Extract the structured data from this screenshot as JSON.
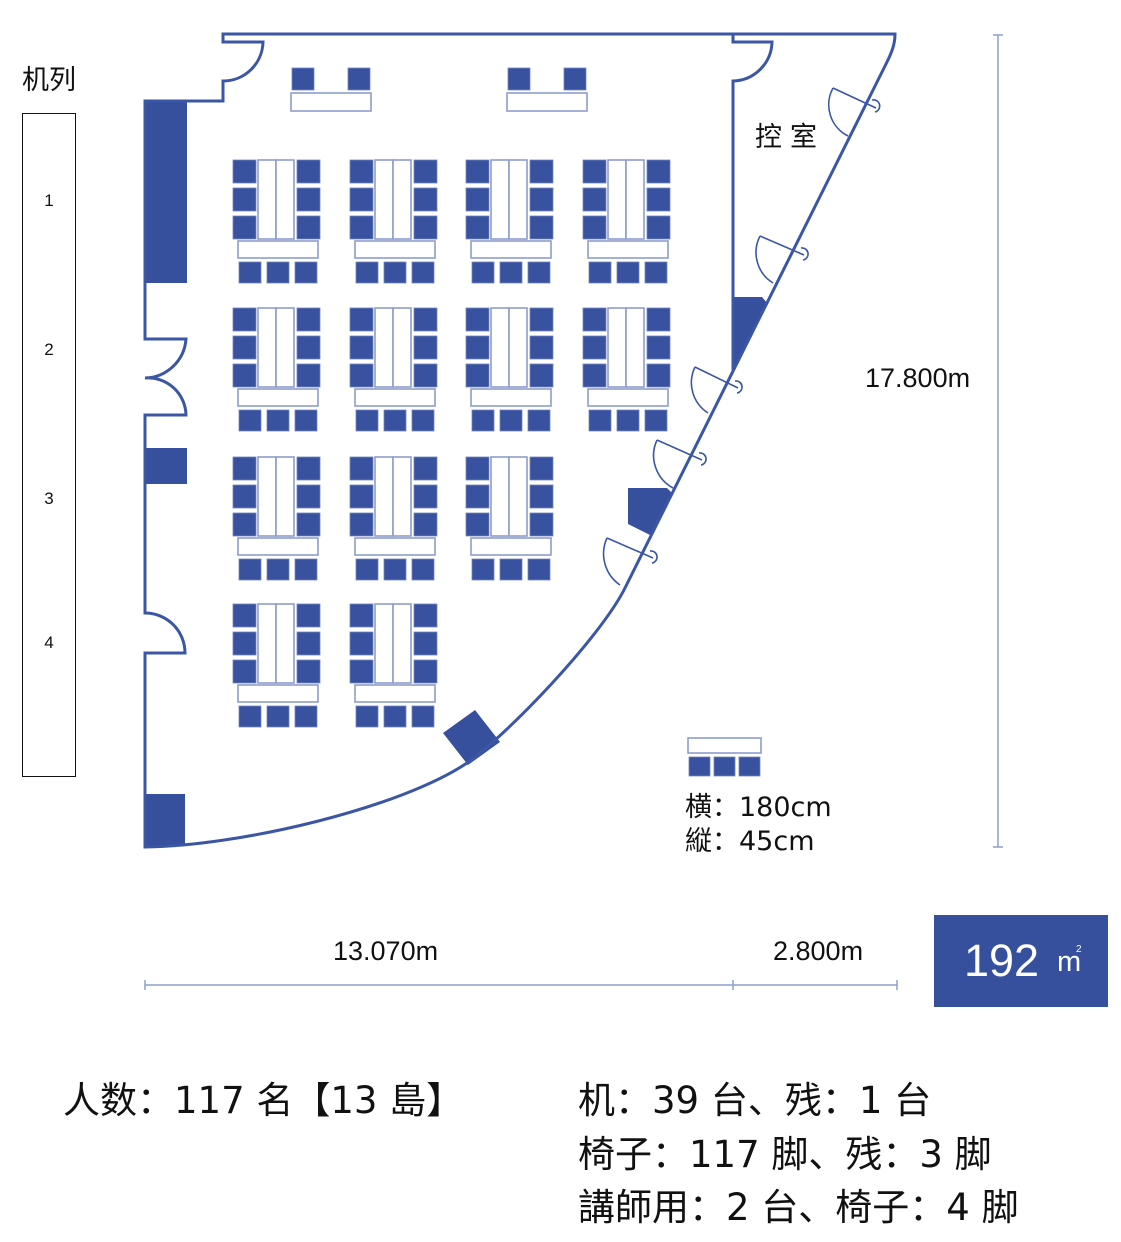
{
  "legend_column": {
    "title": "机列",
    "rows": [
      "1",
      "2",
      "3",
      "4"
    ]
  },
  "room": {
    "anteroom_label": "控室"
  },
  "desk_legend": {
    "width_label": "横：180cm",
    "depth_label": "縦：45cm"
  },
  "dimensions": {
    "height": "17.800m",
    "width_main": "13.070m",
    "width_anteroom": "2.800m"
  },
  "area": {
    "value": "192",
    "unit_base": "m",
    "unit_sup": "2"
  },
  "summary": {
    "people": "人数：117 名【13 島】",
    "desks": "机：39 台、残：1 台",
    "chairs": "椅子：117 脚、残：3 脚",
    "lecturer": "講師用：2 台、椅子：4 脚"
  },
  "seating": {
    "island_rows": [
      4,
      4,
      3,
      2
    ],
    "chairs_per_island": 9,
    "desks_per_island": 3,
    "lecturer_tables": 2,
    "lecturer_chairs_per_table": 2
  },
  "colors": {
    "accent": "#36509e",
    "wall": "#3b56a4",
    "desk_outline": "#8e9dcc",
    "dimension_line": "#8e9fcb",
    "area_text": "#ffffff"
  }
}
